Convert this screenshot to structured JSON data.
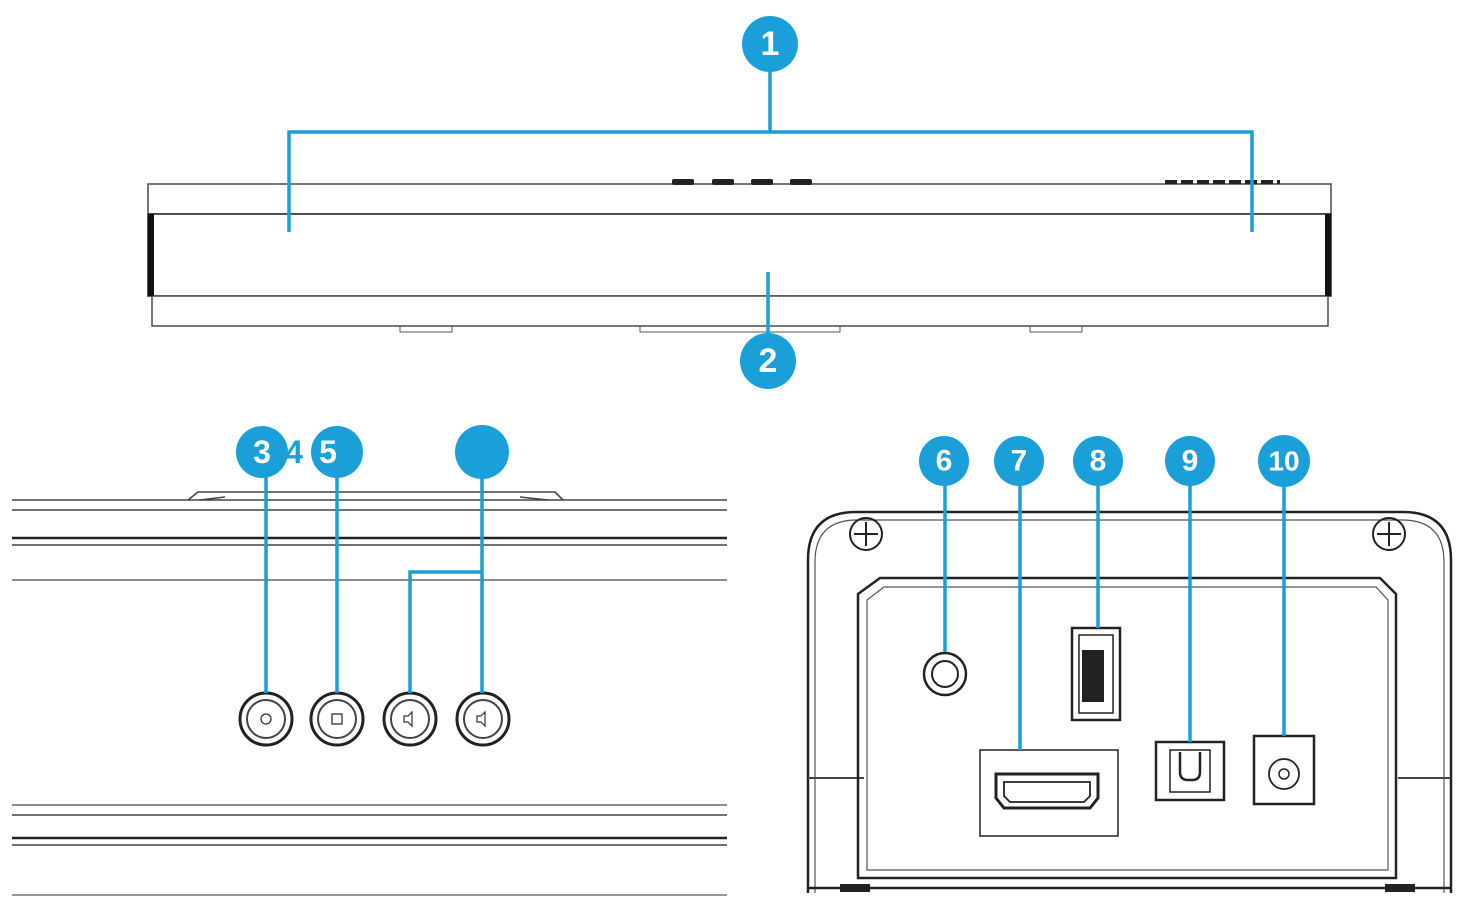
{
  "diagram": {
    "accent_color": "#1a9fd9",
    "line_color": "#222222",
    "callouts": [
      {
        "id": "1",
        "label": "1"
      },
      {
        "id": "2",
        "label": "2"
      },
      {
        "id": "3",
        "label": "3"
      },
      {
        "id": "4",
        "label": "4"
      },
      {
        "id": "5",
        "label": "5"
      },
      {
        "id": "blank",
        "label": ""
      },
      {
        "id": "6",
        "label": "6"
      },
      {
        "id": "7",
        "label": "7"
      },
      {
        "id": "8",
        "label": "8"
      },
      {
        "id": "9",
        "label": "9"
      },
      {
        "id": "10",
        "label": "10"
      }
    ],
    "views": [
      "front-view",
      "top-buttons-view",
      "rear-panel-view"
    ],
    "buttons": [
      "power-button-icon",
      "source-button-icon",
      "volume-down-icon",
      "volume-up-icon"
    ],
    "rear_ports": [
      "aux-in-port-icon",
      "hdmi-port-icon",
      "usb-port-icon",
      "optical-port-icon",
      "dc-power-port-icon"
    ]
  }
}
